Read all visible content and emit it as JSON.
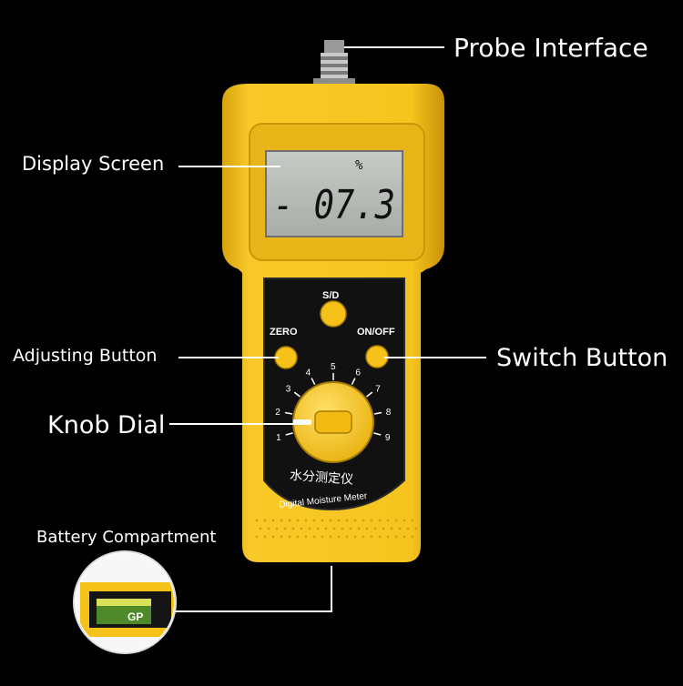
{
  "callouts": {
    "probe_interface": "Probe Interface",
    "display_screen": "Display Screen",
    "adjusting_button": "Adjusting Button",
    "switch_button": "Switch Button",
    "knob_dial": "Knob Dial",
    "battery_compartment": "Battery Compartment"
  },
  "device": {
    "display_unit": "%",
    "display_reading": "- 07.3",
    "sd_label": "S/D",
    "zero_label": "ZERO",
    "onoff_label": "ON/OFF",
    "dial_numbers": [
      "1",
      "2",
      "3",
      "4",
      "5",
      "6",
      "7",
      "8",
      "9"
    ],
    "chinese_name": "水分测定仪",
    "english_name": "Digital Moisture Meter",
    "battery_label": "GP"
  },
  "colors": {
    "body_yellow": "#f5c21a",
    "panel_black": "#111111",
    "lcd_gray": "#b9bdb8",
    "button_yellow": "#f6c21a"
  }
}
